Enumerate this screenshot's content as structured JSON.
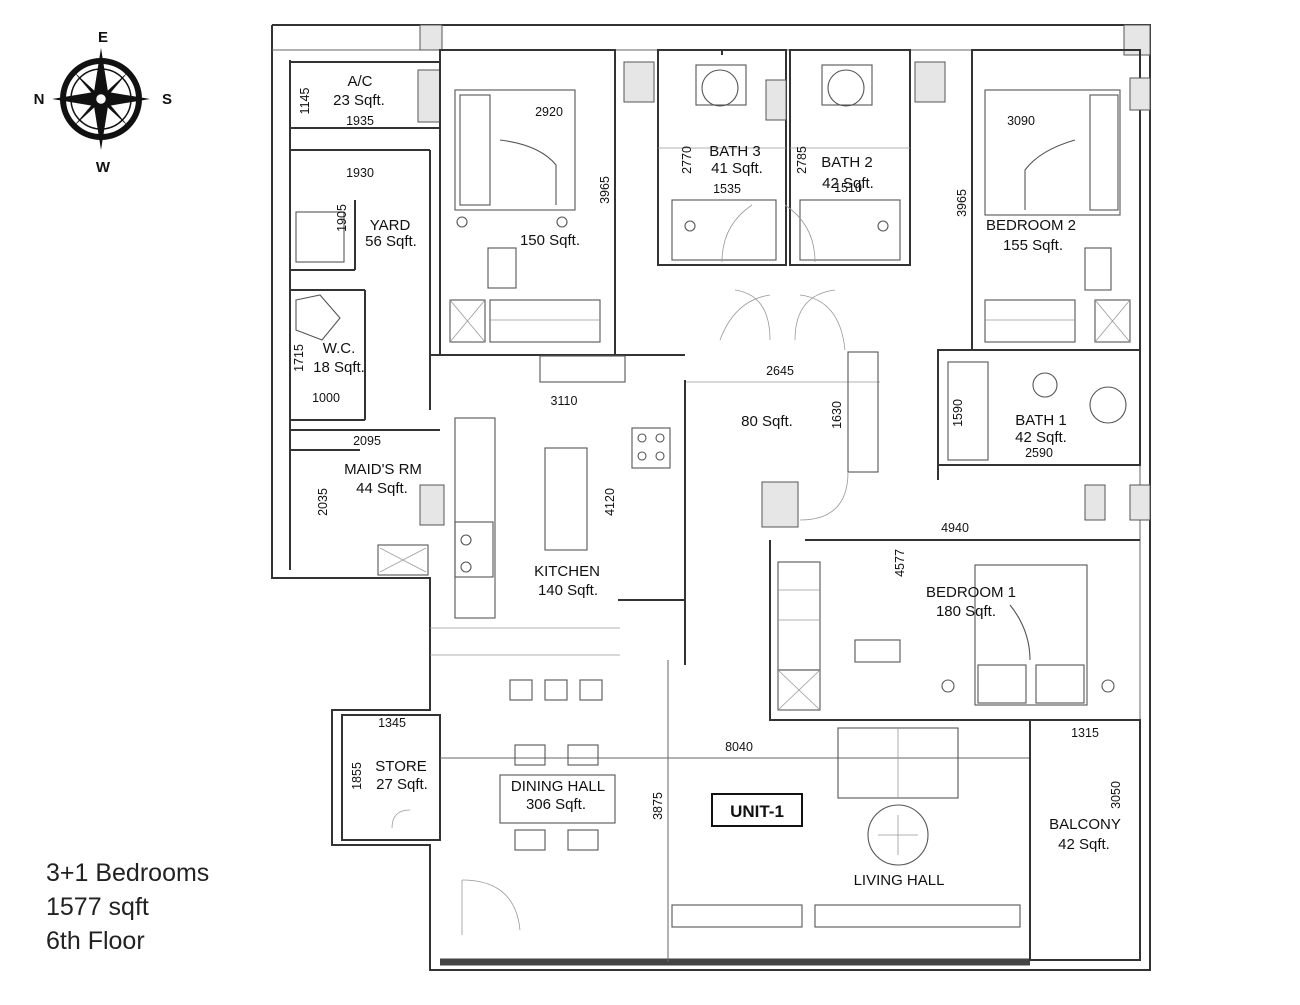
{
  "compass": {
    "north": "N",
    "south": "S",
    "east": "E",
    "west": "W",
    "icon": "compass-rose-icon"
  },
  "unit_label": "UNIT-1",
  "summary": {
    "bedrooms": "3+1 Bedrooms",
    "area": "1577 sqft",
    "floor": "6th Floor"
  },
  "rooms": [
    {
      "id": "ac",
      "name": "A/C",
      "area": "23 Sqft."
    },
    {
      "id": "yard",
      "name": "YARD",
      "area": "56 Sqft."
    },
    {
      "id": "wc",
      "name": "W.C.",
      "area": "18 Sqft."
    },
    {
      "id": "maids",
      "name": "MAID'S RM",
      "area": "44 Sqft."
    },
    {
      "id": "bed3",
      "name": "",
      "area": "150 Sqft."
    },
    {
      "id": "bath3",
      "name": "BATH 3",
      "area": "41 Sqft."
    },
    {
      "id": "bath2",
      "name": "BATH 2",
      "area": "42 Sqft."
    },
    {
      "id": "bed2",
      "name": "BEDROOM 2",
      "area": "155 Sqft."
    },
    {
      "id": "lobby",
      "name": "",
      "area": "80 Sqft."
    },
    {
      "id": "bath1",
      "name": "BATH 1",
      "area": "42 Sqft."
    },
    {
      "id": "kitchen",
      "name": "KITCHEN",
      "area": "140 Sqft."
    },
    {
      "id": "bed1",
      "name": "BEDROOM 1",
      "area": "180 Sqft."
    },
    {
      "id": "store",
      "name": "STORE",
      "area": "27 Sqft."
    },
    {
      "id": "dining",
      "name": "DINING HALL",
      "area": "306 Sqft."
    },
    {
      "id": "living",
      "name": "LIVING HALL",
      "area": ""
    },
    {
      "id": "balcony",
      "name": "BALCONY",
      "area": "42 Sqft."
    }
  ],
  "dimensions": [
    "1145",
    "1935",
    "1930",
    "1905",
    "1715",
    "1000",
    "2095",
    "2035",
    "2920",
    "3965",
    "2770",
    "1535",
    "2785",
    "1510",
    "3965",
    "3090",
    "2645",
    "1630",
    "3110",
    "4120",
    "1590",
    "2590",
    "4940",
    "4577",
    "1345",
    "1855",
    "8040",
    "3875",
    "1315",
    "3050"
  ],
  "colors": {
    "line": "#333333",
    "background": "#ffffff",
    "text": "#111111"
  }
}
